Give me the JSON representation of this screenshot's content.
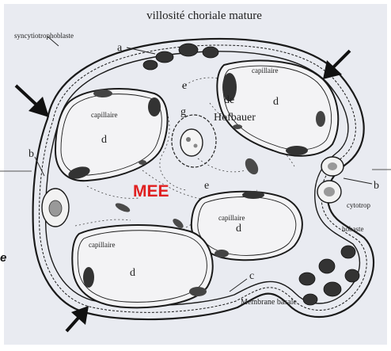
{
  "figure": {
    "title": "villosité choriale mature",
    "colors": {
      "paper": "#e9ebf1",
      "ink": "#1a1a1a",
      "mee": "#e02020",
      "cell": "#3a3a3a"
    }
  },
  "labels": {
    "syncytio": "syncytiotrophoblaste",
    "a": "a",
    "b_left": "b",
    "b_right": "b",
    "c": "c",
    "e_top": "e",
    "e_mid": "e",
    "g": "g",
    "de": "de",
    "hofbauer": "Hofbauer",
    "mee": "MEE",
    "cytotrop": "cytotrop",
    "hobaste": "hobaste",
    "membrane": "Membrane basale",
    "capillaries": [
      {
        "caption": "capillaire",
        "letter": "d"
      },
      {
        "caption": "capillaire",
        "letter": "d"
      },
      {
        "caption": "capillaire",
        "letter": "d"
      },
      {
        "caption": "capillaire",
        "letter": "d"
      }
    ]
  },
  "arrows": [
    "arrow-top-right",
    "arrow-left",
    "arrow-bottom-left"
  ],
  "side_mark": "e"
}
